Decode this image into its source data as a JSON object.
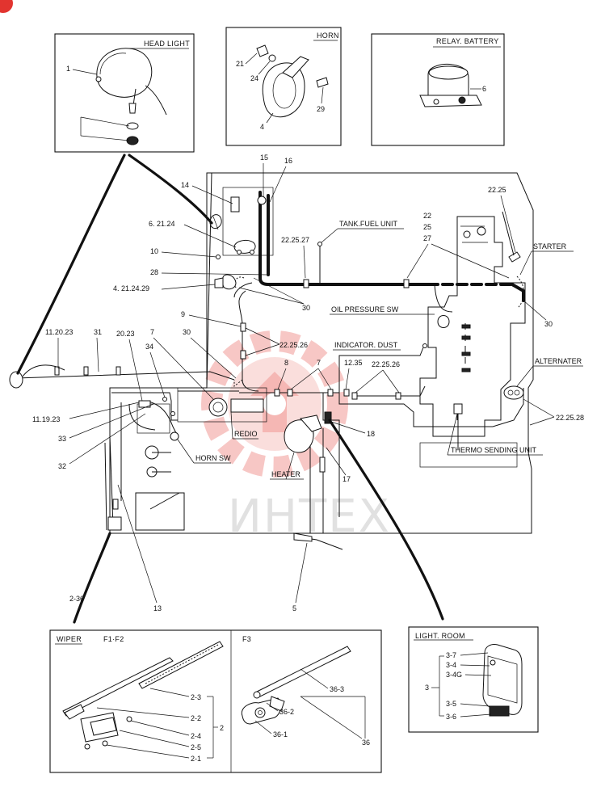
{
  "boxes": {
    "head_light": "HEAD LIGHT",
    "horn": "HORN",
    "relay_battery": "RELAY. BATTERY",
    "wiper": "WIPER",
    "wiper_variant": "F1·F2",
    "f3": "F3",
    "light_room": "LIGHT. ROOM"
  },
  "components": {
    "tank_fuel_unit": "TANK.FUEL UNIT",
    "starter": "STARTER",
    "oil_pressure_sw": "OIL PRESSURE SW",
    "indicator_dust": "INDICATOR. DUST",
    "alternater": "ALTERNATER",
    "redio": "REDIO",
    "horn_sw": "HORN SW",
    "heater": "HEATER",
    "thermo_sending_unit": "THERMO SENDING UNIT"
  },
  "callouts": {
    "hl_1": "1",
    "horn_21": "21",
    "horn_24": "24",
    "horn_4": "4",
    "horn_29": "29",
    "relay_6": "6",
    "c15": "15",
    "c16": "16",
    "c14": "14",
    "c6_21_24": "6. 21.24",
    "c10": "10",
    "c28": "28",
    "c4_21_24_29": "4. 21.24.29",
    "c22_25_27a": "22.25.27",
    "c22_25_27b_1": "22",
    "c22_25_27b_2": "25",
    "c22_25_27b_3": "27",
    "c22_25_top": "22.25",
    "c30a": "30",
    "c30b": "30",
    "c30c": "30",
    "c9": "9",
    "c22_25_26a": "22.25.26",
    "c22_25_26b": "22.25.26",
    "c22_25_28": "22.25.28",
    "c11_20_23": "11.20.23",
    "c31": "31",
    "c20_23": "20.23",
    "c7a": "7",
    "c34": "34",
    "c8": "8",
    "c7b": "7",
    "c12_35": "12.35",
    "c11_19_23": "11.19.23",
    "c33": "33",
    "c32": "32",
    "c18": "18",
    "c17": "17",
    "c13": "13",
    "c5": "5",
    "c2_36": "2-36",
    "w2_3": "2-3",
    "w2_2": "2-2",
    "w2": "2",
    "w2_4": "2-4",
    "w2_5": "2-5",
    "w2_1": "2-1",
    "f36_3": "36-3",
    "f36_2": "36-2",
    "f36_1": "36-1",
    "f36": "36",
    "lr3_7": "3-7",
    "lr3_4": "3-4",
    "lr3_4g": "3-4G",
    "lr3": "3",
    "lr3_5": "3-5",
    "lr3_6": "3-6"
  },
  "watermark": "ИНТЕХ"
}
